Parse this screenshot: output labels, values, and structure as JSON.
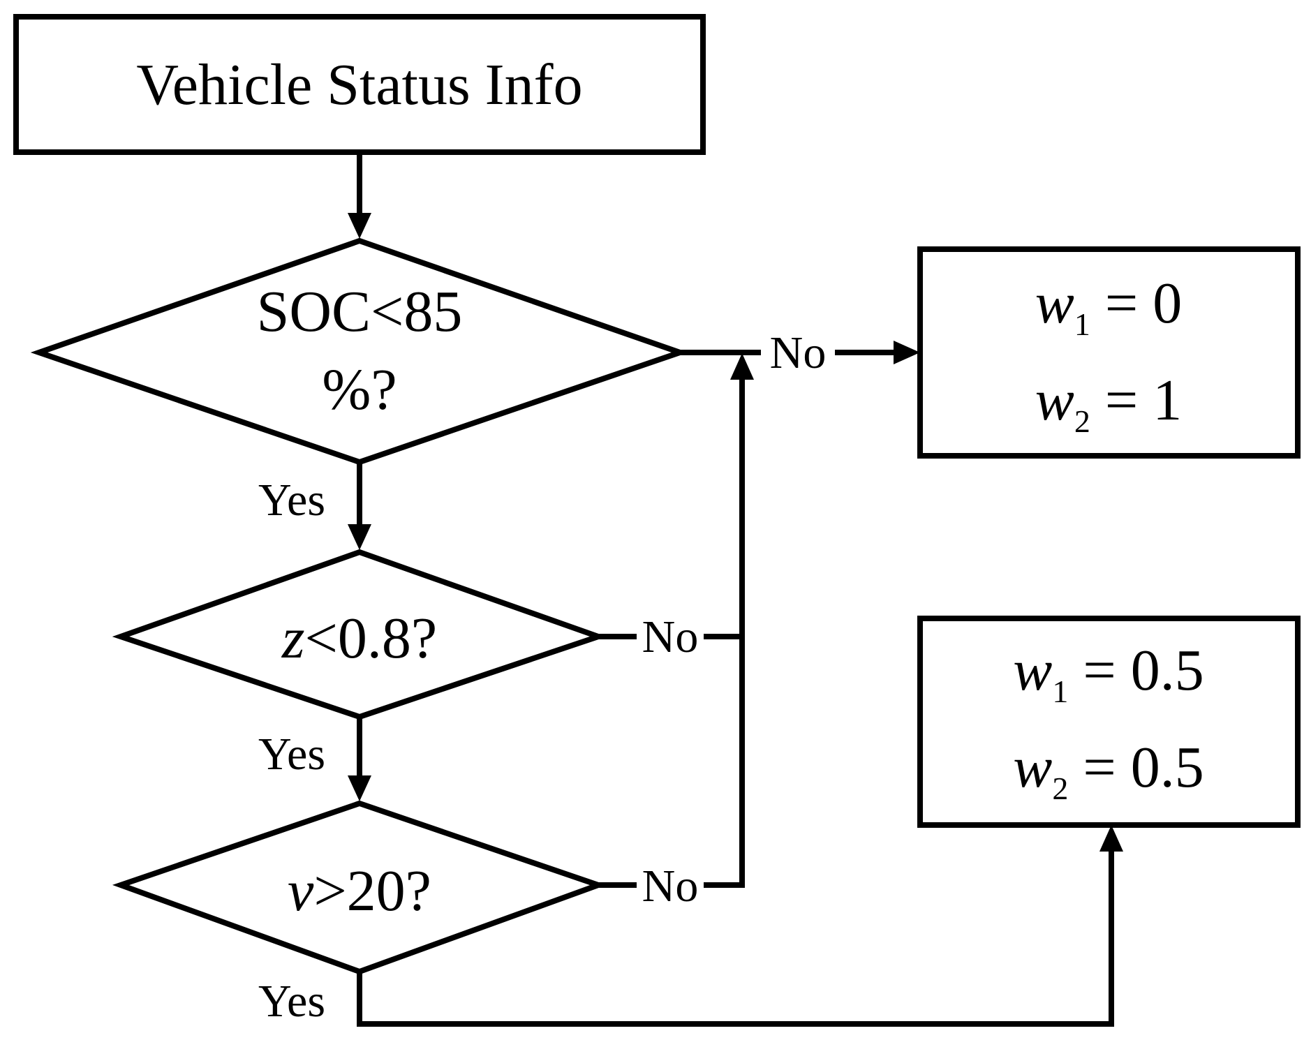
{
  "start": {
    "label": "Vehicle Status Info"
  },
  "decisions": [
    {
      "line1": "SOC<85",
      "line2": "%?"
    },
    {
      "var": "z",
      "rest": "<0.8?"
    },
    {
      "var": "v",
      "rest": ">20?"
    }
  ],
  "edge_labels": {
    "yes": "Yes",
    "no": "No"
  },
  "outputs": [
    {
      "w1": {
        "var": "w",
        "sub": "1",
        "rest": " = 0"
      },
      "w2": {
        "var": "w",
        "sub": "2",
        "rest": " = 1"
      }
    },
    {
      "w1": {
        "var": "w",
        "sub": "1",
        "rest": " = 0.5"
      },
      "w2": {
        "var": "w",
        "sub": "2",
        "rest": " = 0.5"
      }
    }
  ],
  "colors": {
    "stroke": "#000000",
    "background": "#ffffff"
  }
}
